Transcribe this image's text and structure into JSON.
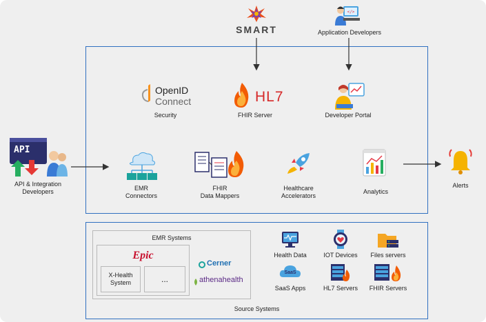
{
  "top": {
    "smart_logo": "SMART",
    "app_developers": "Application Developers"
  },
  "platform": {
    "security_logo_line1": "OpenID",
    "security_logo_line2": "Connect",
    "security": "Security",
    "hl7_logo": "HL7",
    "fhir_server": "FHIR Server",
    "developer_portal": "Developer Portal",
    "emr_connectors_line1": "EMR",
    "emr_connectors_line2": "Connectors",
    "fhir_mappers_line1": "FHIR",
    "fhir_mappers_line2": "Data Mappers",
    "accelerators_line1": "Healthcare",
    "accelerators_line2": "Accelerators",
    "analytics": "Analytics"
  },
  "left": {
    "api_badge": "API",
    "label_line1": "API & Integration",
    "label_line2": "Developers"
  },
  "right": {
    "alerts": "Alerts"
  },
  "sources": {
    "emr_systems": "EMR Systems",
    "epic_logo": "Epic",
    "x_health_line1": "X-Health",
    "x_health_line2": "System",
    "more": "...",
    "cerner_logo": "Cerner",
    "athena_logo": "athenahealth",
    "health_data": "Health Data",
    "iot_devices": "IOT Devices",
    "file_servers": "Files servers",
    "saas_badge": "SaaS",
    "saas_apps": "SaaS Apps",
    "hl7_servers": "HL7 Servers",
    "fhir_servers": "FHIR Servers",
    "source_systems": "Source Systems"
  },
  "colors": {
    "border_blue": "#2f6fc0",
    "arrow": "#333333",
    "hl7_red": "#d62828",
    "epic_red": "#c8102e",
    "cerner_blue": "#1f6fb2",
    "alert_yellow": "#f5b301"
  }
}
